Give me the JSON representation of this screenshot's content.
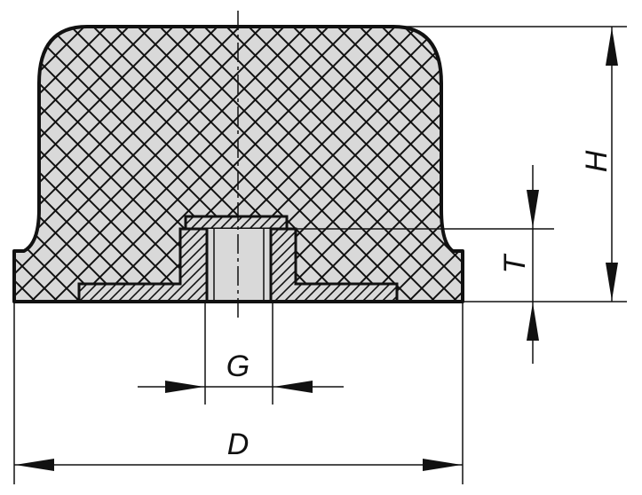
{
  "drawing": {
    "colors": {
      "line": "#111111",
      "rubber_fill": "#d9d9d9",
      "steel_fill": "#d9d9d9",
      "background": "#ffffff"
    },
    "dimensions": {
      "height_label": "H",
      "thread_depth_label": "T",
      "thread_label": "G",
      "diameter_label": "D"
    }
  }
}
